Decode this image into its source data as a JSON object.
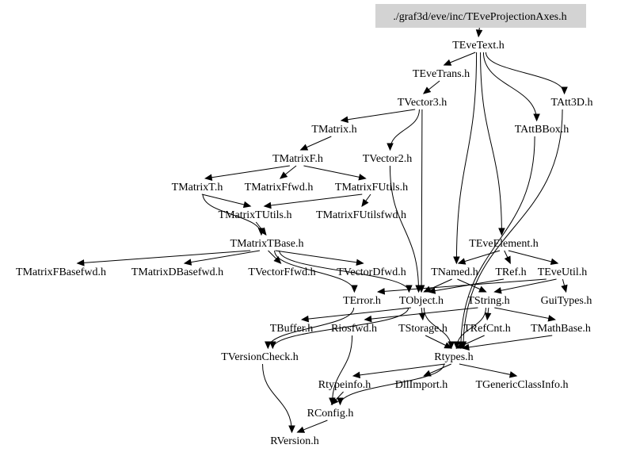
{
  "diagram": {
    "type": "include-dependency-graph",
    "root": "./graf3d/eve/inc/TEveProjectionAxes.h",
    "nodes": [
      {
        "id": "root",
        "label": "./graf3d/eve/inc/TEveProjectionAxes.h",
        "highlighted": true
      },
      {
        "id": "TEveText",
        "label": "TEveText.h"
      },
      {
        "id": "TEveTrans",
        "label": "TEveTrans.h"
      },
      {
        "id": "TVector3",
        "label": "TVector3.h"
      },
      {
        "id": "TAtt3D",
        "label": "TAtt3D.h"
      },
      {
        "id": "TMatrix",
        "label": "TMatrix.h"
      },
      {
        "id": "TAttBBox",
        "label": "TAttBBox.h"
      },
      {
        "id": "TMatrixF",
        "label": "TMatrixF.h"
      },
      {
        "id": "TVector2",
        "label": "TVector2.h"
      },
      {
        "id": "TMatrixT",
        "label": "TMatrixT.h"
      },
      {
        "id": "TMatrixFfwd",
        "label": "TMatrixFfwd.h"
      },
      {
        "id": "TMatrixFUtils",
        "label": "TMatrixFUtils.h"
      },
      {
        "id": "TMatrixTUtils",
        "label": "TMatrixTUtils.h"
      },
      {
        "id": "TMatrixFUtilsfwd",
        "label": "TMatrixFUtilsfwd.h"
      },
      {
        "id": "TMatrixTBase",
        "label": "TMatrixTBase.h"
      },
      {
        "id": "TEveElement",
        "label": "TEveElement.h"
      },
      {
        "id": "TMatrixFBasefwd",
        "label": "TMatrixFBasefwd.h"
      },
      {
        "id": "TMatrixDBasefwd",
        "label": "TMatrixDBasefwd.h"
      },
      {
        "id": "TVectorFfwd",
        "label": "TVectorFfwd.h"
      },
      {
        "id": "TVectorDfwd",
        "label": "TVectorDfwd.h"
      },
      {
        "id": "TNamed",
        "label": "TNamed.h"
      },
      {
        "id": "TRef",
        "label": "TRef.h"
      },
      {
        "id": "TEveUtil",
        "label": "TEveUtil.h"
      },
      {
        "id": "TError",
        "label": "TError.h"
      },
      {
        "id": "TObject",
        "label": "TObject.h"
      },
      {
        "id": "TString",
        "label": "TString.h"
      },
      {
        "id": "GuiTypes",
        "label": "GuiTypes.h"
      },
      {
        "id": "TBuffer",
        "label": "TBuffer.h"
      },
      {
        "id": "Riosfwd",
        "label": "Riosfwd.h"
      },
      {
        "id": "TStorage",
        "label": "TStorage.h"
      },
      {
        "id": "TRefCnt",
        "label": "TRefCnt.h"
      },
      {
        "id": "TMathBase",
        "label": "TMathBase.h"
      },
      {
        "id": "TVersionCheck",
        "label": "TVersionCheck.h"
      },
      {
        "id": "Rtypes",
        "label": "Rtypes.h"
      },
      {
        "id": "Rtypeinfo",
        "label": "Rtypeinfo.h"
      },
      {
        "id": "DllImport",
        "label": "DllImport.h"
      },
      {
        "id": "TGenericClassInfo",
        "label": "TGenericClassInfo.h"
      },
      {
        "id": "RConfig",
        "label": "RConfig.h"
      },
      {
        "id": "RVersion",
        "label": "RVersion.h"
      }
    ],
    "edges": [
      [
        "root",
        "TEveText"
      ],
      [
        "TEveText",
        "TEveTrans"
      ],
      [
        "TEveText",
        "TAtt3D"
      ],
      [
        "TEveText",
        "TAttBBox"
      ],
      [
        "TEveText",
        "TEveElement"
      ],
      [
        "TEveText",
        "TNamed"
      ],
      [
        "TEveTrans",
        "TVector3"
      ],
      [
        "TVector3",
        "TMatrix"
      ],
      [
        "TVector3",
        "TVector2"
      ],
      [
        "TVector3",
        "TObject"
      ],
      [
        "TMatrix",
        "TMatrixF"
      ],
      [
        "TMatrixF",
        "TMatrixT"
      ],
      [
        "TMatrixF",
        "TMatrixFfwd"
      ],
      [
        "TMatrixF",
        "TMatrixFUtils"
      ],
      [
        "TMatrixT",
        "TMatrixTUtils"
      ],
      [
        "TMatrixT",
        "TMatrixTBase"
      ],
      [
        "TMatrixFUtils",
        "TMatrixTUtils"
      ],
      [
        "TMatrixFUtils",
        "TMatrixFUtilsfwd"
      ],
      [
        "TMatrixTUtils",
        "TMatrixTBase"
      ],
      [
        "TMatrixTBase",
        "TMatrixFBasefwd"
      ],
      [
        "TMatrixTBase",
        "TMatrixDBasefwd"
      ],
      [
        "TMatrixTBase",
        "TVectorFfwd"
      ],
      [
        "TMatrixTBase",
        "TVectorDfwd"
      ],
      [
        "TMatrixTBase",
        "TObject"
      ],
      [
        "TMatrixTBase",
        "TError"
      ],
      [
        "TVector2",
        "TObject"
      ],
      [
        "TEveElement",
        "TNamed"
      ],
      [
        "TEveElement",
        "TRef"
      ],
      [
        "TEveElement",
        "TEveUtil"
      ],
      [
        "TNamed",
        "TObject"
      ],
      [
        "TNamed",
        "TString"
      ],
      [
        "TRef",
        "TObject"
      ],
      [
        "TEveUtil",
        "TError"
      ],
      [
        "TEveUtil",
        "TString"
      ],
      [
        "TEveUtil",
        "GuiTypes"
      ],
      [
        "TAtt3D",
        "Rtypes"
      ],
      [
        "TAttBBox",
        "Rtypes"
      ],
      [
        "TError",
        "TVersionCheck"
      ],
      [
        "TObject",
        "TBuffer"
      ],
      [
        "TObject",
        "TStorage"
      ],
      [
        "TObject",
        "TVersionCheck"
      ],
      [
        "TObject",
        "Rtypes"
      ],
      [
        "TString",
        "TRefCnt"
      ],
      [
        "TString",
        "TMathBase"
      ],
      [
        "TString",
        "Riosfwd"
      ],
      [
        "TString",
        "Rtypes"
      ],
      [
        "TStorage",
        "Rtypes"
      ],
      [
        "TRefCnt",
        "Rtypes"
      ],
      [
        "TMathBase",
        "Rtypes"
      ],
      [
        "Riosfwd",
        "RConfig"
      ],
      [
        "TVersionCheck",
        "RVersion"
      ],
      [
        "Rtypes",
        "Rtypeinfo"
      ],
      [
        "Rtypes",
        "DllImport"
      ],
      [
        "Rtypes",
        "TGenericClassInfo"
      ],
      [
        "Rtypes",
        "RConfig"
      ],
      [
        "Rtypeinfo",
        "RConfig"
      ],
      [
        "RConfig",
        "RVersion"
      ]
    ]
  },
  "colors": {
    "root_fill": "#d3d3d3",
    "edge": "#000000",
    "text": "#000000",
    "background": "#ffffff"
  }
}
